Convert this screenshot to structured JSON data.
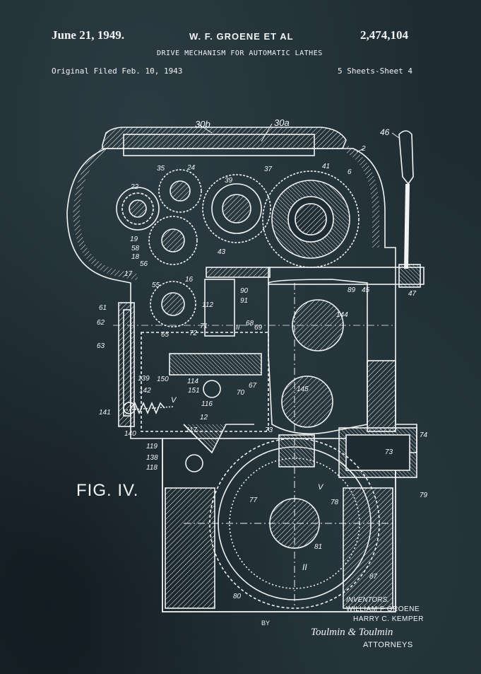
{
  "header": {
    "date": "June 21, 1949.",
    "inventors_short": "W. F. GROENE ET AL",
    "patent_number": "2,474,104",
    "title": "DRIVE MECHANISM FOR AUTOMATIC LATHES",
    "filed": "Original Filed Feb. 10, 1943",
    "sheet": "5 Sheets-Sheet 4"
  },
  "figure": {
    "label": "FIG. IV."
  },
  "labels": {
    "l30b": "30b",
    "l30a": "30a",
    "l46": "46",
    "l2": "2",
    "l35": "35",
    "l24": "24",
    "l37": "37",
    "l41": "41",
    "l6": "6",
    "l22": "22",
    "l39": "39",
    "l19": "19",
    "l58": "58",
    "l18": "18",
    "l43": "43",
    "l56": "56",
    "l17": "17",
    "l55": "55",
    "l16": "16",
    "l112": "112",
    "l90": "90",
    "l91": "91",
    "l89": "89",
    "l45": "45",
    "l47": "47",
    "l61a": "61",
    "l62": "62",
    "l63": "63",
    "l144": "144",
    "lII_a": "II",
    "l68": "68",
    "l69": "69",
    "l65": "65",
    "l72": "72",
    "l71": "71",
    "l67": "67",
    "l70": "70",
    "l139": "139",
    "l150": "150",
    "l114": "114",
    "l142": "142",
    "l151": "151",
    "l116": "116",
    "l145": "145",
    "lV_a": "V",
    "l141": "141",
    "l117": "117",
    "l12": "12",
    "l73a": "73",
    "l140": "140",
    "l119": "119",
    "l138": "138",
    "l118": "118",
    "l74": "74",
    "l73b": "73",
    "l79": "79",
    "lV_b": "V",
    "l77": "77",
    "l78": "78",
    "l81": "81",
    "lII_b": "II",
    "l87": "87",
    "l80": "80"
  },
  "signature": {
    "inventors_title": "INVENTORS.",
    "inventor_1": "WILLIAM F GROENE",
    "inventor_2": "HARRY C. KEMPER",
    "by": "BY",
    "attorney_signature": "Toulmin & Toulmin",
    "attorneys": "ATTORNEYS"
  },
  "colors": {
    "background": "#1f2c33",
    "ink": "#f2f4f4"
  }
}
